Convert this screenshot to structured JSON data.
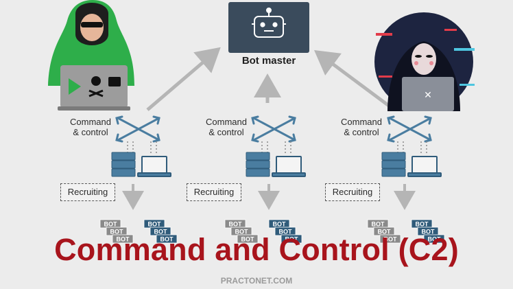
{
  "diagram": {
    "bot_master_label": "Bot master",
    "cc_labels": [
      [
        "Command",
        "& control"
      ],
      [
        "Command",
        "& control"
      ],
      [
        "Command",
        "& control"
      ]
    ],
    "recruiting_labels": [
      "Recruiting",
      "Recruiting",
      "Recruiting"
    ],
    "bot_label": "BOT"
  },
  "headline": "Command and Control (C2)",
  "footer": "PRACTONET.COM",
  "colors": {
    "headline": "#a8141c",
    "arrow": "#b5b5b5",
    "botmaster_box": "#3a4b5c",
    "hacker_green": "#2eae4a",
    "bot_gray": "#8a8a8a",
    "bot_blue": "#2f5b7a"
  }
}
